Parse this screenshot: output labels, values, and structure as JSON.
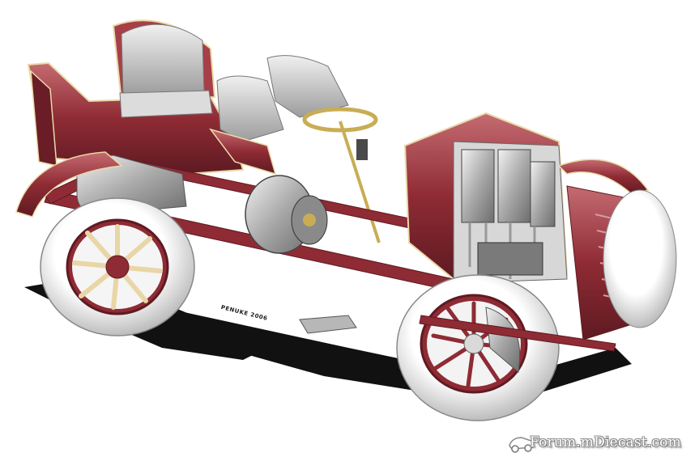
{
  "artwork": {
    "subject": "cutaway-vintage-car",
    "signature": "PENUKE 2006",
    "colors": {
      "body": "#8f2b34",
      "body_dark": "#5e1a22",
      "body_light": "#c86d74",
      "chrome": "#c9c9c9",
      "brass": "#c8ad55",
      "tire": "#f2f2f2",
      "shadow": "#111111"
    }
  },
  "watermark": {
    "text": "Forum.mDiecast.com"
  }
}
